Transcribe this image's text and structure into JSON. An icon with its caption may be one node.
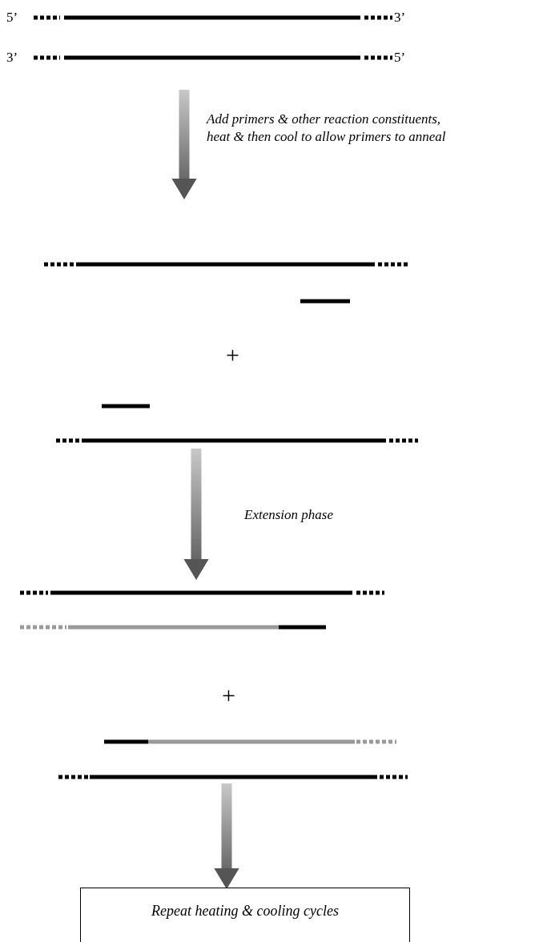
{
  "diagram": {
    "nodes": [
      {
        "text": [],
        "shape": "picture"
      },
      {
        "text": [],
        "shape": "picture"
      },
      {
        "text": [],
        "shape": "picture"
      },
      {
        "text": [
          "Repeat heating & cooling cycles"
        ]
      }
    ],
    "edges": [
      {
        "from": 0,
        "to": 1,
        "arrow": "to",
        "label": "Add primers & other reaction constituents, heat & then cool to allow primers to anneal"
      },
      {
        "from": 1,
        "to": 2,
        "arrow": "to",
        "label": "Extension phase"
      },
      {
        "from": 2,
        "to": 3,
        "arrow": "to"
      }
    ],
    "labels": [
      "5’",
      "3’",
      "3’",
      "5’",
      "+",
      "+"
    ]
  }
}
